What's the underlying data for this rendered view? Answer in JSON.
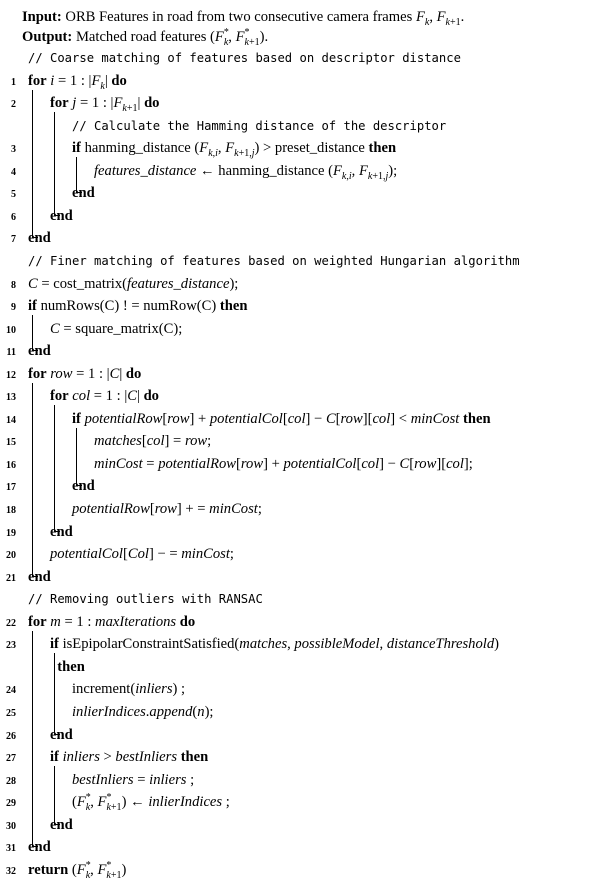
{
  "header": {
    "input_label": "Input:",
    "input_text": "ORB Features in road from two consecutive camera frames F_k, F_{k+1}.",
    "output_label": "Output:",
    "output_text": "Matched road features (F*_k, F*_{k+1})."
  },
  "lines": [
    {
      "n": "",
      "indent": 0,
      "html": "<span class='cm'>// Coarse matching of features based on descriptor distance</span>"
    },
    {
      "n": "1",
      "indent": 0,
      "html": "<span class='kw'>for</span> <i>i</i> = 1 : |<i>F<sub>k</sub></i>| <span class='kw'>do</span>"
    },
    {
      "n": "2",
      "indent": 1,
      "html": "<span class='kw'>for</span> <i>j</i> = 1 : |<i>F</i><sub><i>k</i>+1</sub>| <span class='kw'>do</span>"
    },
    {
      "n": "",
      "indent": 2,
      "html": "<span class='cm'>// Calculate the Hamming distance of the descriptor</span>"
    },
    {
      "n": "3",
      "indent": 2,
      "html": "<span class='kw'>if</span> hanming_distance (<i>F</i><sub><i>k</i>,<i>i</i></sub>, <i>F</i><sub><i>k</i>+1,<i>j</i></sub>) &gt; preset_distance <span class='kw'>then</span>"
    },
    {
      "n": "4",
      "indent": 3,
      "html": "<i>features_distance</i> ← hanming_distance (<i>F</i><sub><i>k</i>,<i>i</i></sub>, <i>F</i><sub><i>k</i>+1,<i>j</i></sub>);"
    },
    {
      "n": "5",
      "indent": 2,
      "html": "<span class='kw'>end</span>"
    },
    {
      "n": "6",
      "indent": 1,
      "html": "<span class='kw'>end</span>"
    },
    {
      "n": "7",
      "indent": 0,
      "html": "<span class='kw'>end</span>"
    },
    {
      "n": "",
      "indent": 0,
      "html": "<span class='cm'>// Finer matching of features based on weighted Hungarian algorithm</span>"
    },
    {
      "n": "8",
      "indent": 0,
      "html": "<i>C</i> = cost_matrix(<i>features_distance</i>);"
    },
    {
      "n": "9",
      "indent": 0,
      "html": "<span class='kw'>if</span> numRows(C) ! = numRow(C) <span class='kw'>then</span>"
    },
    {
      "n": "10",
      "indent": 1,
      "html": "<i>C</i> = square_matrix(C);"
    },
    {
      "n": "11",
      "indent": 0,
      "html": "<span class='kw'>end</span>"
    },
    {
      "n": "12",
      "indent": 0,
      "html": "<span class='kw'>for</span> <i>row</i> = 1 : |<i>C</i>| <span class='kw'>do</span>"
    },
    {
      "n": "13",
      "indent": 1,
      "html": "<span class='kw'>for</span> <i>col</i> = 1 : |<i>C</i>| <span class='kw'>do</span>"
    },
    {
      "n": "14",
      "indent": 2,
      "html": "<span class='kw'>if</span> <i>potentialRow</i>[<i>row</i>] + <i>potentialCol</i>[<i>col</i>] − <i>C</i>[<i>row</i>][<i>col</i>] &lt; <i>minCost</i> <span class='kw'>then</span>"
    },
    {
      "n": "15",
      "indent": 3,
      "html": "<i>matches</i>[<i>col</i>] = <i>row</i>;"
    },
    {
      "n": "16",
      "indent": 3,
      "html": "<i>minCost</i> = <i>potentialRow</i>[<i>row</i>] + <i>potentialCol</i>[<i>col</i>] − <i>C</i>[<i>row</i>][<i>col</i>];"
    },
    {
      "n": "17",
      "indent": 2,
      "html": "<span class='kw'>end</span>"
    },
    {
      "n": "18",
      "indent": 2,
      "html": "<i>potentialRow</i>[<i>row</i>] + = <i>minCost</i>;"
    },
    {
      "n": "19",
      "indent": 1,
      "html": "<span class='kw'>end</span>"
    },
    {
      "n": "20",
      "indent": 1,
      "html": "<i>potentialCol</i>[<i>Col</i>] − = <i>minCost</i>;"
    },
    {
      "n": "21",
      "indent": 0,
      "html": "<span class='kw'>end</span>"
    },
    {
      "n": "",
      "indent": 0,
      "html": "<span class='cm'>// Removing outliers with RANSAC</span>"
    },
    {
      "n": "22",
      "indent": 0,
      "html": "<span class='kw'>for</span> <i>m</i> = 1 : <i>maxIterations</i> <span class='kw'>do</span>"
    },
    {
      "n": "23",
      "indent": 1,
      "html": "<span class='kw'>if</span> isEpipolarConstraintSatisfied(<i>matches</i>, <i>possibleModel</i>, <i>distanceThreshold</i>)"
    },
    {
      "n": "",
      "indent": 1,
      "html": "&nbsp;&nbsp;<span class='kw'>then</span>"
    },
    {
      "n": "24",
      "indent": 2,
      "html": "increment(<i>inliers</i>) ;"
    },
    {
      "n": "25",
      "indent": 2,
      "html": "<i>inlierIndices</i>.<i>append</i>(<i>n</i>);"
    },
    {
      "n": "26",
      "indent": 1,
      "html": "<span class='kw'>end</span>"
    },
    {
      "n": "27",
      "indent": 1,
      "html": "<span class='kw'>if</span> <i>inliers</i> &gt; <i>bestInliers</i> <span class='kw'>then</span>"
    },
    {
      "n": "28",
      "indent": 2,
      "html": "<i>bestInliers</i> = <i>inliers</i> ;"
    },
    {
      "n": "29",
      "indent": 2,
      "html": "(<i>F</i><sup>*</sup><sub style='margin-left:-5px'><i>k</i></sub>, <i>F</i><sup>*</sup><sub style='margin-left:-5px'><i>k</i>+1</sub>) ← <i>inlierIndices</i> ;"
    },
    {
      "n": "30",
      "indent": 1,
      "html": "<span class='kw'>end</span>"
    },
    {
      "n": "31",
      "indent": 0,
      "html": "<span class='kw'>end</span>"
    },
    {
      "n": "32",
      "indent": 0,
      "html": "<span class='kw'>return</span> (<i>F</i><sup>*</sup><sub style='margin-left:-5px'><i>k</i></sub>, <i>F</i><sup>*</sup><sub style='margin-left:-5px'><i>k</i>+1</sub>)"
    }
  ]
}
